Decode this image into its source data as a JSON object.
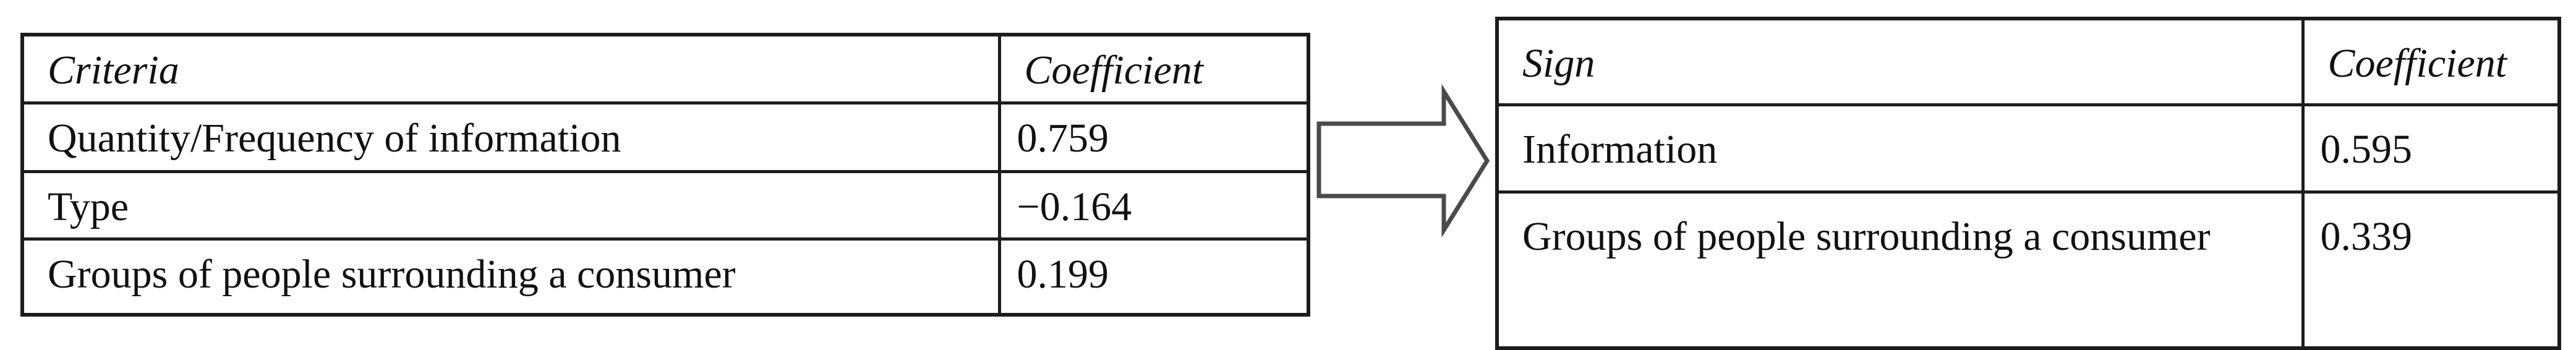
{
  "page": {
    "background": "#ffffff"
  },
  "colors": {
    "table_border": "#1c1c1c",
    "text": "#111111",
    "arrow_outline": "#4a4a4a",
    "arrow_fill": "#ffffff"
  },
  "left_table": {
    "headers": {
      "criteria": "Criteria",
      "coefficient": "Coefficient"
    },
    "rows": [
      {
        "criteria": "Quantity/Frequency of information",
        "coefficient": "0.759"
      },
      {
        "criteria": "Type",
        "coefficient": "−0.164"
      },
      {
        "criteria": "Groups of people surrounding a consumer",
        "coefficient": "0.199"
      }
    ]
  },
  "arrow": {
    "type": "block-arrow-right"
  },
  "right_table": {
    "headers": {
      "sign": "Sign",
      "coefficient": "Coefficient"
    },
    "rows": [
      {
        "sign": "Information",
        "coefficient": "0.595"
      },
      {
        "sign": "Groups of people surrounding a consumer",
        "coefficient": "0.339"
      }
    ]
  }
}
